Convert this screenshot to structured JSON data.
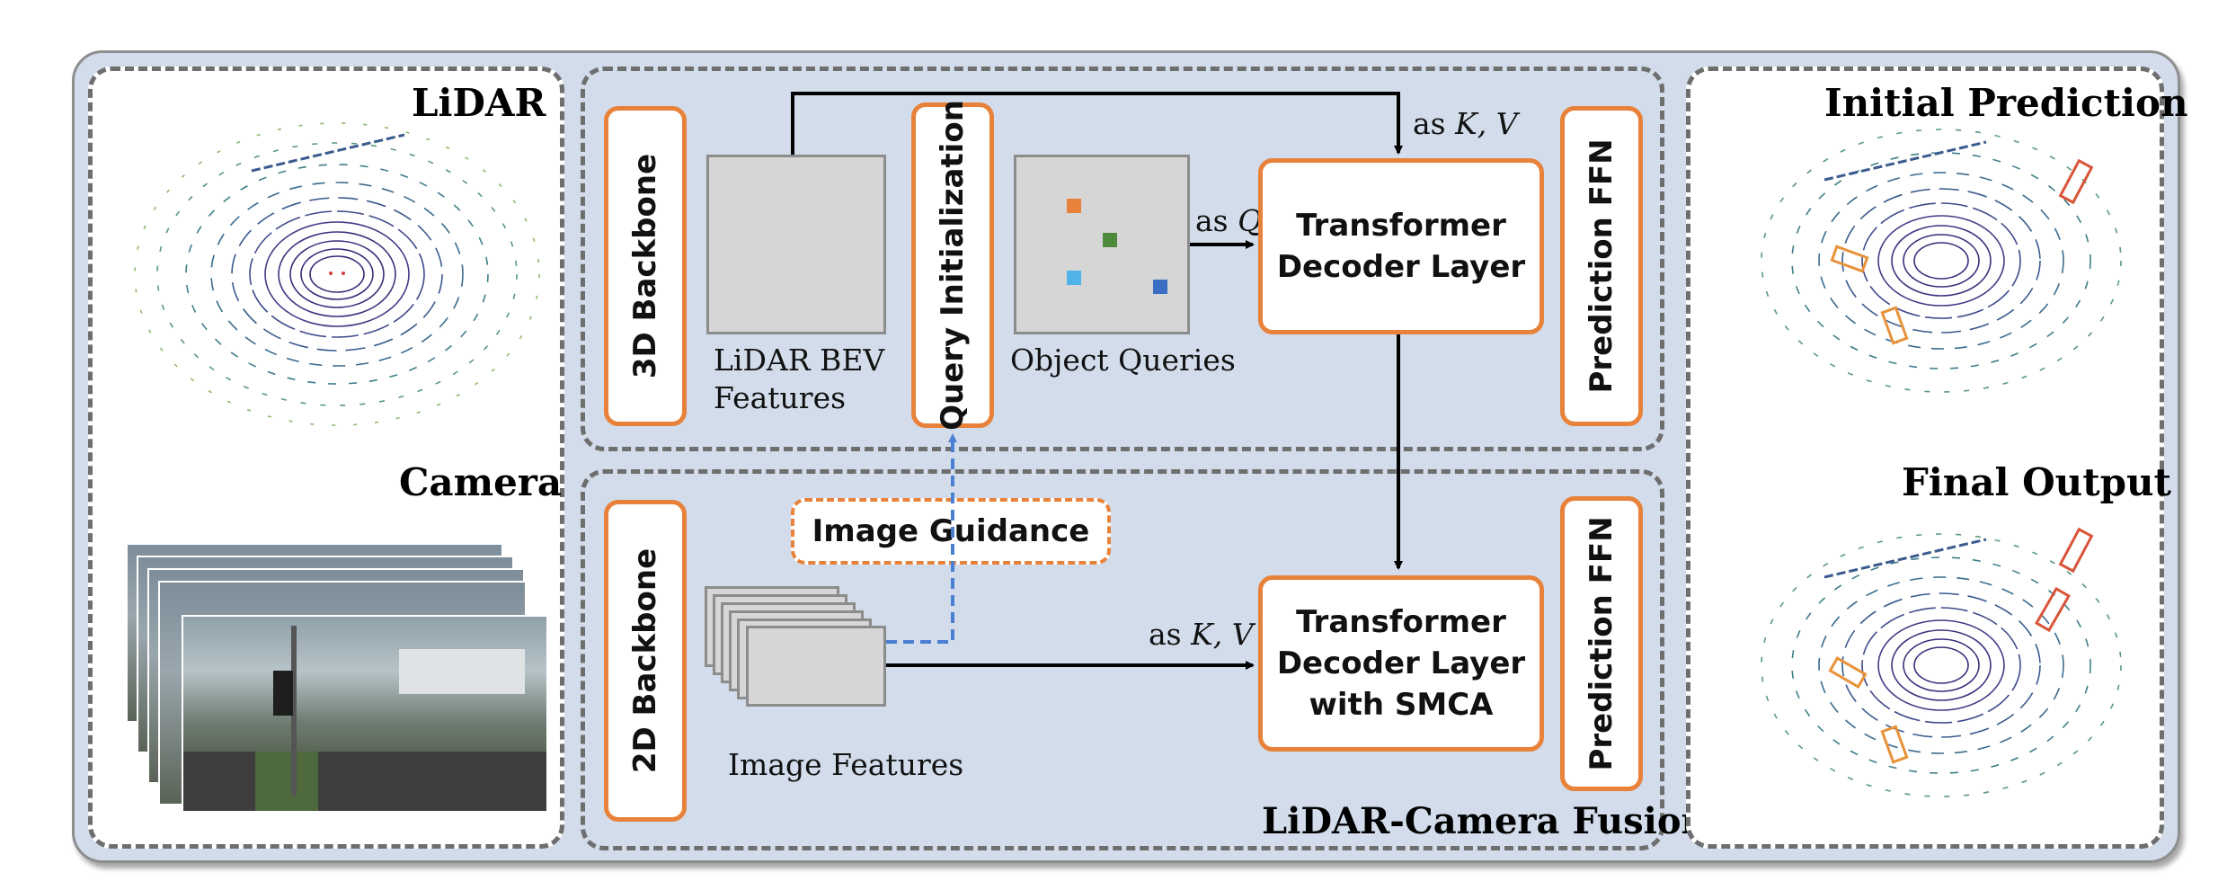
{
  "inputs": {
    "lidar_title": "LiDAR",
    "camera_title": "Camera"
  },
  "lidar_branch": {
    "backbone_label": "3D Backbone",
    "bev_label_line1": "LiDAR BEV",
    "bev_label_line2": "Features",
    "query_init_label": "Query Initialization",
    "object_queries_label": "Object Queries",
    "as_q_prefix": "as ",
    "as_q_symbol": "Q",
    "as_kv_prefix": "as ",
    "as_kv_symbol": "K, V",
    "decoder_line1": "Transformer",
    "decoder_line2": "Decoder Layer",
    "ffn_label": "Prediction FFN",
    "query_colors": [
      "#e8823a",
      "#4e8a3c",
      "#4fb3e8",
      "#3a6fc4"
    ]
  },
  "image_branch": {
    "backbone_label": "2D Backbone",
    "guidance_label": "Image Guidance",
    "features_label": "Image Features",
    "as_kv_prefix": "as ",
    "as_kv_symbol": "K, V",
    "decoder_line1": "Transformer",
    "decoder_line2": "Decoder Layer",
    "decoder_line3": "with SMCA",
    "ffn_label": "Prediction FFN",
    "fusion_title": "LiDAR-Camera Fusion"
  },
  "outputs": {
    "initial_title": "Initial Prediction",
    "final_title": "Final Output"
  },
  "colors": {
    "accent_orange": "#e8823a",
    "guidance_blue": "#4a7fd4",
    "panel_bg": "#d2dcea",
    "lidar_ring": "#3d2a7a"
  }
}
